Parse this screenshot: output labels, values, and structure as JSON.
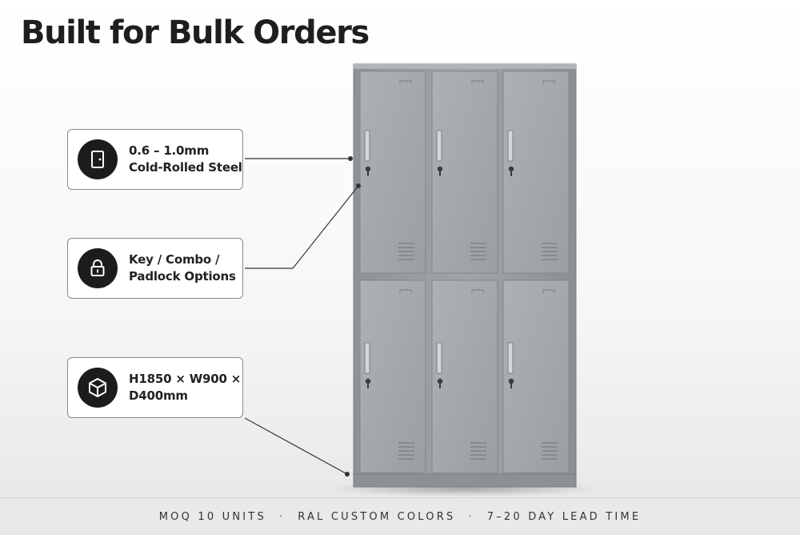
{
  "title": "Built for Bulk Orders",
  "callouts": [
    {
      "icon": "door-icon",
      "lines": [
        "0.6 – 1.0mm",
        "Cold-Rolled Steel"
      ]
    },
    {
      "icon": "padlock-icon",
      "lines": [
        "Key / Combo /",
        "Padlock Options"
      ]
    },
    {
      "icon": "cube-icon",
      "lines": [
        "H1850 × W900 ×",
        "D400mm"
      ]
    }
  ],
  "footer": {
    "items": [
      "MOQ 10 UNITS",
      "RAL CUSTOM COLORS",
      "7–20 DAY LEAD TIME"
    ],
    "separator": "·"
  },
  "colors": {
    "locker_body": "#9ea1a4",
    "locker_door": "#a7aaad",
    "badge": "#1c1c1c",
    "text": "#1e1e1e"
  }
}
